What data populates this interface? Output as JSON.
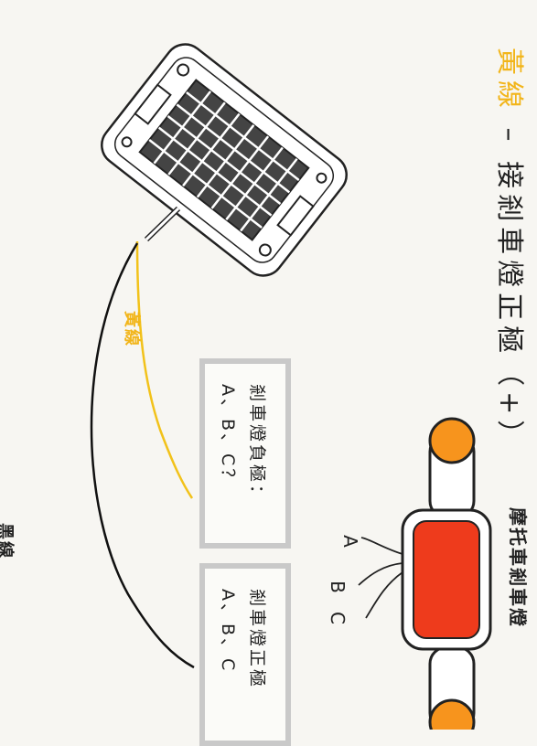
{
  "legend": {
    "color_word": "黃線",
    "rest": " – 接剎車燈正極（+）"
  },
  "motorcycle_label": "摩托車剎車燈",
  "wires": {
    "yellow": "黃線",
    "black": "黑線"
  },
  "boxes": {
    "negative": {
      "line1": "剎車燈負極：",
      "line2": "A、B、C？"
    },
    "positive": {
      "line1": "剎車燈正極",
      "line2": "A、B、C"
    }
  },
  "pins": [
    "A",
    "B",
    "C"
  ],
  "colors": {
    "yellow_wire": "#f2c21a",
    "lamp_red": "#ee3b1c",
    "lamp_orange": "#f7941d",
    "box_border": "#c9c9c9"
  }
}
